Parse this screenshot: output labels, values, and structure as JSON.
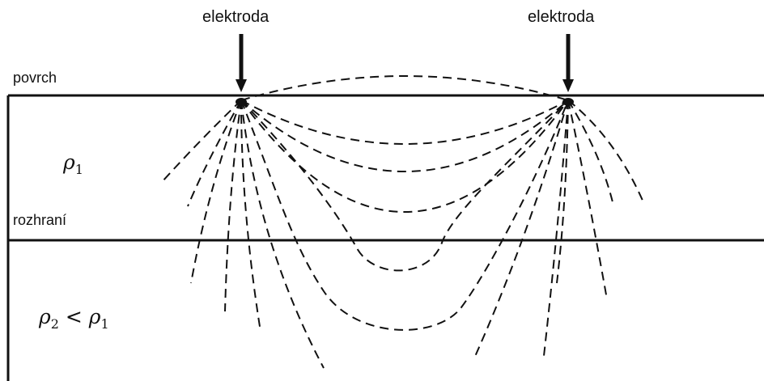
{
  "labels": {
    "electrode_left": "elektroda",
    "electrode_right": "elektroda",
    "surface": "povrch",
    "interface": "rozhraní"
  },
  "layers": {
    "upper": {
      "symbol": "ρ",
      "subscript": "1"
    },
    "lower": {
      "symbol": "ρ",
      "subscript": "2",
      "relation": "<",
      "ref_symbol": "ρ",
      "ref_subscript": "1"
    }
  },
  "colors": {
    "line": "#111111",
    "background": "#ffffff"
  }
}
